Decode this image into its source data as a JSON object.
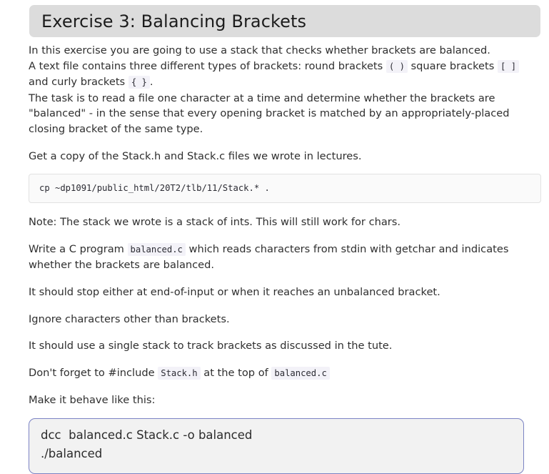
{
  "header": {
    "title": "Exercise 3: Balancing Brackets",
    "background_color": "#dcdcdc"
  },
  "body": {
    "paragraph_1_line_1": "In this exercise you are going to use a stack that checks whether brackets are balanced.",
    "paragraph_1_line_2_a": "A text file contains three different types of brackets: round brackets ",
    "paragraph_1_code_round": "( )",
    "paragraph_1_line_2_b": " square brackets ",
    "paragraph_1_code_square": "[ ]",
    "paragraph_1_line_2_c": " and curly brackets ",
    "paragraph_1_code_curly": "{ }",
    "paragraph_1_line_2_d": ".",
    "paragraph_2": "The task is to read a file one character at a time and determine whether the brackets are \"balanced\" - in the sense that every opening bracket is matched by an appropriately-placed closing bracket of the same type.",
    "paragraph_3": "Get a copy of the Stack.h and Stack.c files we wrote in lectures.",
    "code_copy_command": "cp ~dp1091/public_html/20T2/tlb/11/Stack.* .",
    "paragraph_4": "Note: The stack we wrote is a stack of ints. This will still work for chars.",
    "paragraph_5_a": "Write a C program ",
    "paragraph_5_code": "balanced.c",
    "paragraph_5_b": " which reads characters from stdin with getchar and indicates whether the brackets are balanced.",
    "paragraph_6": "It should stop either at end-of-input or when it reaches an unbalanced bracket.",
    "paragraph_7": "Ignore characters other than brackets.",
    "paragraph_8": "It should use a single stack to track brackets as discussed in the tute.",
    "paragraph_9_a": "Don't forget to #include ",
    "paragraph_9_code_1": "Stack.h",
    "paragraph_9_b": " at the top of ",
    "paragraph_9_code_2": "balanced.c",
    "paragraph_10": "Make it behave like this:"
  },
  "terminal": {
    "line_1": "dcc  balanced.c Stack.c -o balanced",
    "line_2": "./balanced",
    "border_color": "#7b83c4",
    "background_color": "#f2f2f2"
  },
  "colors": {
    "text": "#2f2f2f",
    "inline_code_bg": "#f3f2f8",
    "code_block_bg": "#fafafa",
    "code_block_border": "#e2e2e2"
  }
}
